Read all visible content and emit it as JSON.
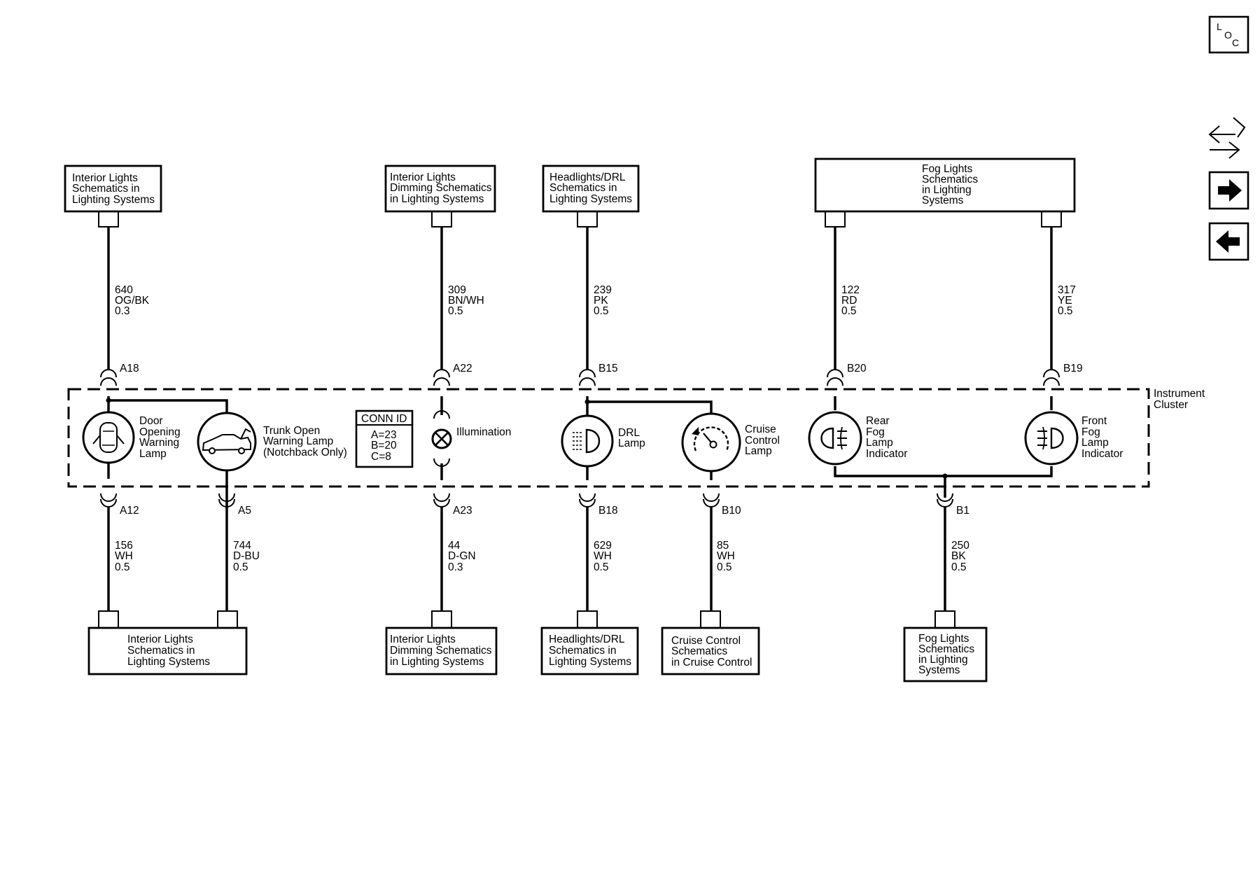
{
  "nav": {
    "loc": [
      "L",
      "O",
      "C"
    ],
    "icons": [
      "connector-swap-icon",
      "arrow-right-icon",
      "arrow-left-icon"
    ]
  },
  "top_boxes": [
    [
      "Interior Lights",
      "Schematics in",
      "Lighting Systems"
    ],
    [
      "Interior Lights",
      "Dimming Schematics",
      "in Lighting Systems"
    ],
    [
      "Headlights/DRL",
      "Schematics in",
      "Lighting Systems"
    ],
    [
      "Fog Lights",
      "Schematics",
      "in Lighting",
      "Systems"
    ]
  ],
  "bottom_boxes": [
    [
      "Interior Lights",
      "Schematics in",
      "Lighting Systems"
    ],
    [
      "Interior Lights",
      "Dimming Schematics",
      "in Lighting Systems"
    ],
    [
      "Headlights/DRL",
      "Schematics in",
      "Lighting Systems"
    ],
    [
      "Cruise Control",
      "Schematics",
      "in Cruise Control"
    ],
    [
      "Fog Lights",
      "Schematics",
      "in Lighting",
      "Systems"
    ]
  ],
  "top_wires": [
    {
      "circuit": "640",
      "color": "OG/BK",
      "gauge": "0.3",
      "pin": "A18"
    },
    {
      "circuit": "309",
      "color": "BN/WH",
      "gauge": "0.5",
      "pin": "A22"
    },
    {
      "circuit": "239",
      "color": "PK",
      "gauge": "0.5",
      "pin": "B15"
    },
    {
      "circuit": "122",
      "color": "RD",
      "gauge": "0.5",
      "pin": "B20"
    },
    {
      "circuit": "317",
      "color": "YE",
      "gauge": "0.5",
      "pin": "B19"
    }
  ],
  "bottom_wires": [
    {
      "circuit": "156",
      "color": "WH",
      "gauge": "0.5",
      "pin": "A12"
    },
    {
      "circuit": "744",
      "color": "D-BU",
      "gauge": "0.5",
      "pin": "A5"
    },
    {
      "circuit": "44",
      "color": "D-GN",
      "gauge": "0.3",
      "pin": "A23"
    },
    {
      "circuit": "629",
      "color": "WH",
      "gauge": "0.5",
      "pin": "B18"
    },
    {
      "circuit": "85",
      "color": "WH",
      "gauge": "0.5",
      "pin": "B10"
    },
    {
      "circuit": "250",
      "color": "BK",
      "gauge": "0.5",
      "pin": "B1"
    }
  ],
  "module_label": [
    "Instrument",
    "Cluster"
  ],
  "conn_id": {
    "title": "CONN ID",
    "rows": [
      "A=23",
      "B=20",
      "C=8"
    ]
  },
  "components": [
    {
      "label": [
        "Door",
        "Opening",
        "Warning",
        "Lamp"
      ],
      "icon": "door-open-icon"
    },
    {
      "label": [
        "Trunk Open",
        "Warning Lamp",
        "(Notchback Only)"
      ],
      "icon": "trunk-open-icon"
    },
    {
      "label": [
        "Illumination"
      ],
      "icon": "bulb-icon"
    },
    {
      "label": [
        "DRL",
        "Lamp"
      ],
      "icon": "drl-lamp-icon"
    },
    {
      "label": [
        "Cruise",
        "Control",
        "Lamp"
      ],
      "icon": "cruise-control-icon"
    },
    {
      "label": [
        "Rear",
        "Fog",
        "Lamp",
        "Indicator"
      ],
      "icon": "rear-fog-icon"
    },
    {
      "label": [
        "Front",
        "Fog",
        "Lamp",
        "Indicator"
      ],
      "icon": "front-fog-icon"
    }
  ]
}
